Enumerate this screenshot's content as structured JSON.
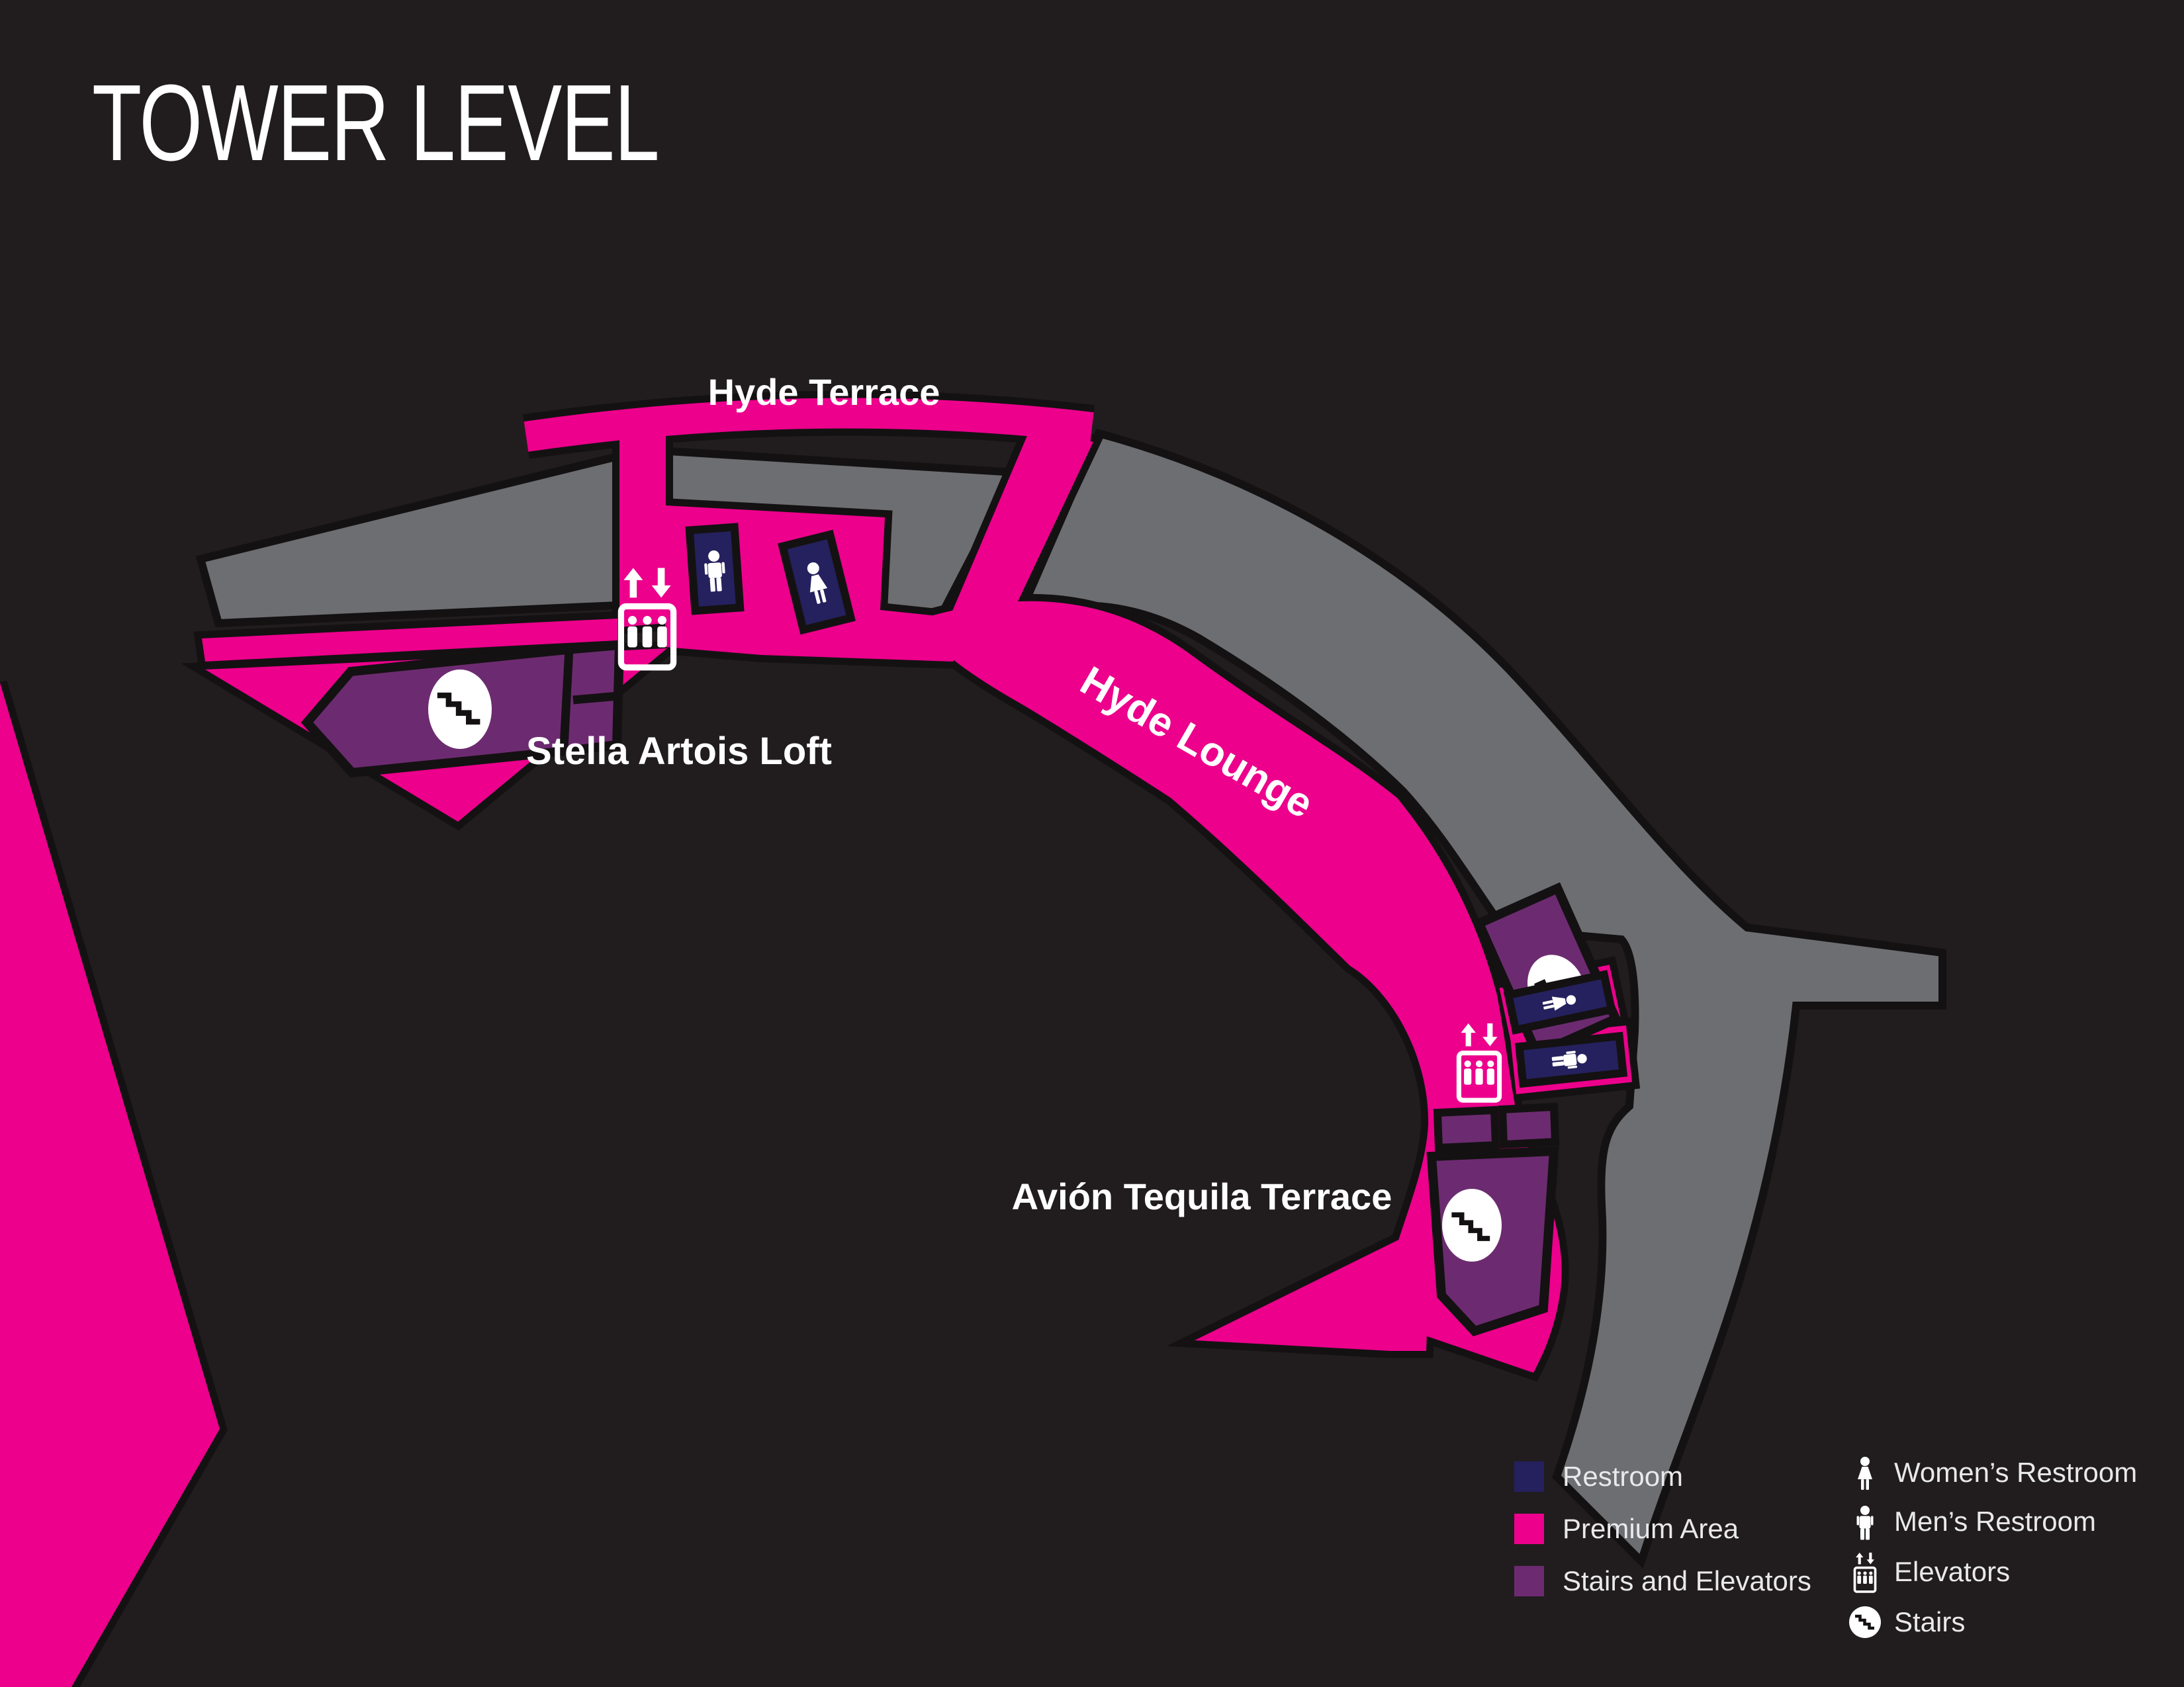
{
  "title": "TOWER LEVEL",
  "map": {
    "area_labels": {
      "hyde_terrace": "Hyde Terrace",
      "stella_artois_loft": "Stella Artois Loft",
      "hyde_lounge": "Hyde Lounge",
      "avion_tequila_terrace": "Avión Tequila Terrace"
    }
  },
  "legend": {
    "swatches": [
      {
        "label": "Restroom",
        "color": "#25215e"
      },
      {
        "label": "Premium Area",
        "color": "#ec008c"
      },
      {
        "label": "Stairs and Elevators",
        "color": "#6c2b70"
      }
    ],
    "icons": [
      {
        "label": "Women’s Restroom",
        "icon": "womens-restroom-icon"
      },
      {
        "label": "Men’s Restroom",
        "icon": "mens-restroom-icon"
      },
      {
        "label": "Elevators",
        "icon": "elevators-icon"
      },
      {
        "label": "Stairs",
        "icon": "stairs-icon"
      }
    ]
  },
  "colors": {
    "background": "#211d1e",
    "premium_area": "#ec008c",
    "restroom": "#25215e",
    "stairs_elevators": "#6c2b70",
    "seating": "#6d6e71",
    "label_text": "#ffffff"
  }
}
